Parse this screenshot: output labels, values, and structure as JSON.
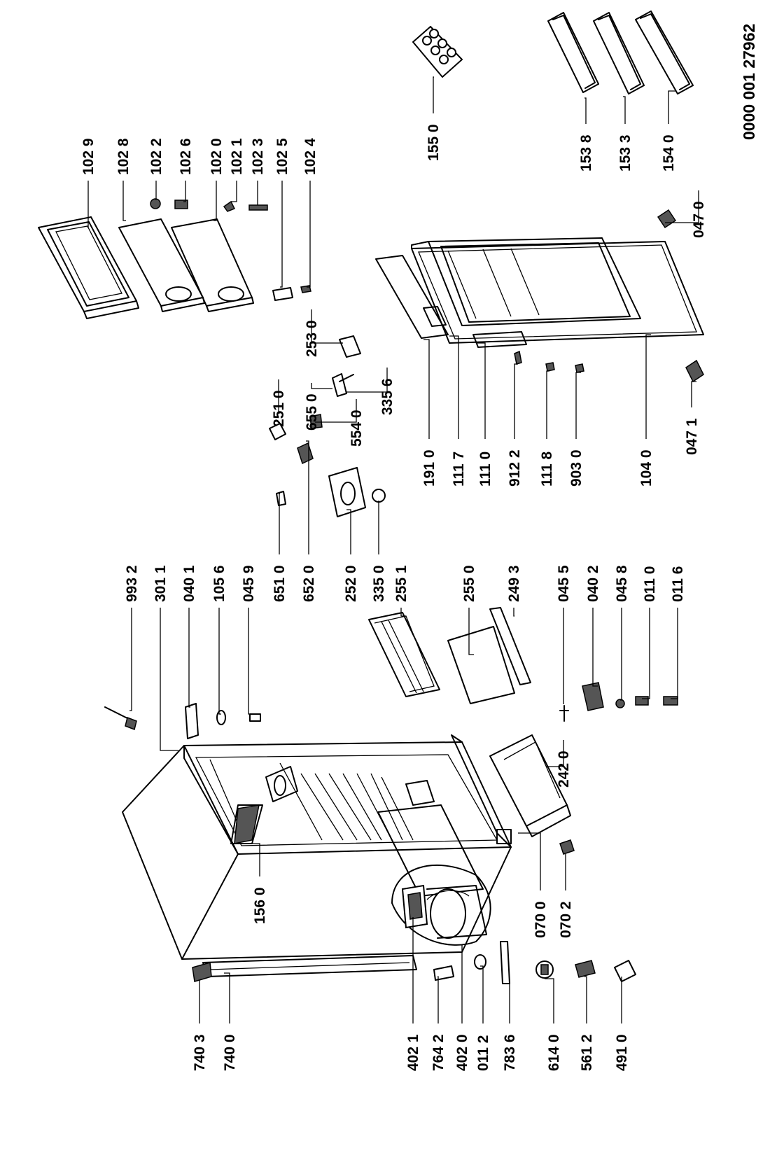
{
  "diagram_code": "0000 001 27962",
  "labels": [
    {
      "id": "p1029",
      "text": "102 9"
    },
    {
      "id": "p1028",
      "text": "102 8"
    },
    {
      "id": "p1022",
      "text": "102 2"
    },
    {
      "id": "p1026",
      "text": "102 6"
    },
    {
      "id": "p1020",
      "text": "102 0"
    },
    {
      "id": "p1021",
      "text": "102 1"
    },
    {
      "id": "p1023",
      "text": "102 3"
    },
    {
      "id": "p1025",
      "text": "102 5"
    },
    {
      "id": "p1024",
      "text": "102 4"
    },
    {
      "id": "p1550",
      "text": "155 0"
    },
    {
      "id": "p1538",
      "text": "153 8"
    },
    {
      "id": "p1533",
      "text": "153 3"
    },
    {
      "id": "p1540",
      "text": "154 0"
    },
    {
      "id": "p0470",
      "text": "047 0"
    },
    {
      "id": "p2530",
      "text": "253 0"
    },
    {
      "id": "p2510",
      "text": "251 0"
    },
    {
      "id": "p6550",
      "text": "655 0"
    },
    {
      "id": "p3356",
      "text": "335 6"
    },
    {
      "id": "p5540",
      "text": "554 0"
    },
    {
      "id": "p1910",
      "text": "191 0"
    },
    {
      "id": "p1117",
      "text": "111 7"
    },
    {
      "id": "p1110",
      "text": "111 0"
    },
    {
      "id": "p9122",
      "text": "912 2"
    },
    {
      "id": "p1118",
      "text": "111 8"
    },
    {
      "id": "p9030",
      "text": "903 0"
    },
    {
      "id": "p1040",
      "text": "104 0"
    },
    {
      "id": "p0471",
      "text": "047 1"
    },
    {
      "id": "p9932",
      "text": "993 2"
    },
    {
      "id": "p3011",
      "text": "301 1"
    },
    {
      "id": "p0401",
      "text": "040 1"
    },
    {
      "id": "p1056",
      "text": "105 6"
    },
    {
      "id": "p0459",
      "text": "045 9"
    },
    {
      "id": "p6510",
      "text": "651 0"
    },
    {
      "id": "p6520",
      "text": "652 0"
    },
    {
      "id": "p2520",
      "text": "252 0"
    },
    {
      "id": "p3350",
      "text": "335 0"
    },
    {
      "id": "p2551",
      "text": "255 1"
    },
    {
      "id": "p2550",
      "text": "255 0"
    },
    {
      "id": "p2493",
      "text": "249 3"
    },
    {
      "id": "p0455",
      "text": "045 5"
    },
    {
      "id": "p0402",
      "text": "040 2"
    },
    {
      "id": "p0458",
      "text": "045 8"
    },
    {
      "id": "p0110",
      "text": "011 0"
    },
    {
      "id": "p0116",
      "text": "011 6"
    },
    {
      "id": "p2420",
      "text": "242 0"
    },
    {
      "id": "p1560",
      "text": "156 0"
    },
    {
      "id": "p0700",
      "text": "070 0"
    },
    {
      "id": "p0702",
      "text": "070 2"
    },
    {
      "id": "p7403",
      "text": "740 3"
    },
    {
      "id": "p7400",
      "text": "740 0"
    },
    {
      "id": "p4021",
      "text": "402 1"
    },
    {
      "id": "p7642",
      "text": "764 2"
    },
    {
      "id": "p4020",
      "text": "402 0"
    },
    {
      "id": "p0112",
      "text": "011 2"
    },
    {
      "id": "p7836",
      "text": "783 6"
    },
    {
      "id": "p6140",
      "text": "614 0"
    },
    {
      "id": "p5612",
      "text": "561 2"
    },
    {
      "id": "p4910",
      "text": "491 0"
    }
  ]
}
